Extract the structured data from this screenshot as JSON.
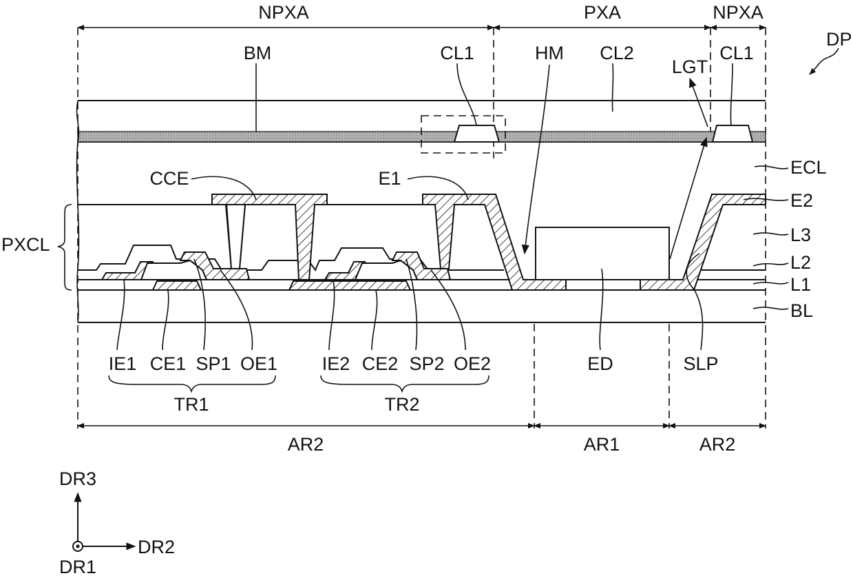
{
  "figure_ref": "DP",
  "regions_top": [
    "NPXA",
    "PXA",
    "NPXA"
  ],
  "regions_bottom": [
    "AR2",
    "AR1",
    "AR2"
  ],
  "callouts": {
    "bm": "BM",
    "cl1_left": "CL1",
    "hm": "HM",
    "cl2": "CL2",
    "lgt": "LGT",
    "cl1_right": "CL1",
    "cce": "CCE",
    "e1": "E1"
  },
  "side_labels": [
    "ECL",
    "E2",
    "L3",
    "L2",
    "L1",
    "BL"
  ],
  "pxcl": "PXCL",
  "tr1_parts": [
    "IE1",
    "CE1",
    "SP1",
    "OE1"
  ],
  "tr2_parts": [
    "IE2",
    "CE2",
    "SP2",
    "OE2"
  ],
  "tr1": "TR1",
  "tr2": "TR2",
  "ed": "ED",
  "slp": "SLP",
  "axes": {
    "dr3": "DR3",
    "dr2": "DR2",
    "dr1": "DR1"
  }
}
